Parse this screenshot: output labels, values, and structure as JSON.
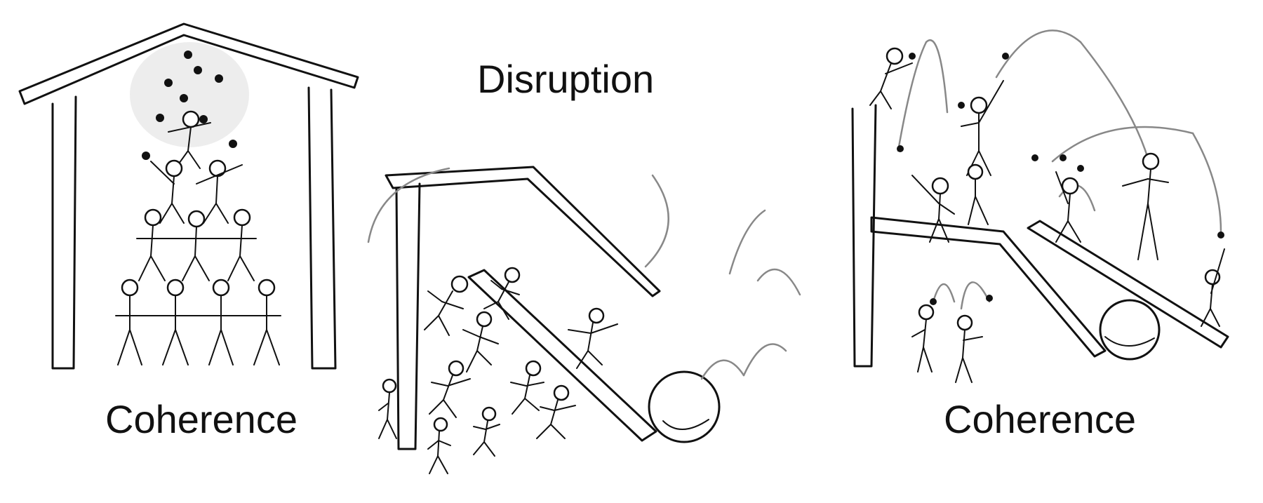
{
  "labels": {
    "left": "Coherence",
    "middle": "Disruption",
    "right": "Coherence"
  },
  "colors": {
    "ink": "#111111",
    "background": "#ffffff",
    "glow": "#c8c8c8"
  }
}
